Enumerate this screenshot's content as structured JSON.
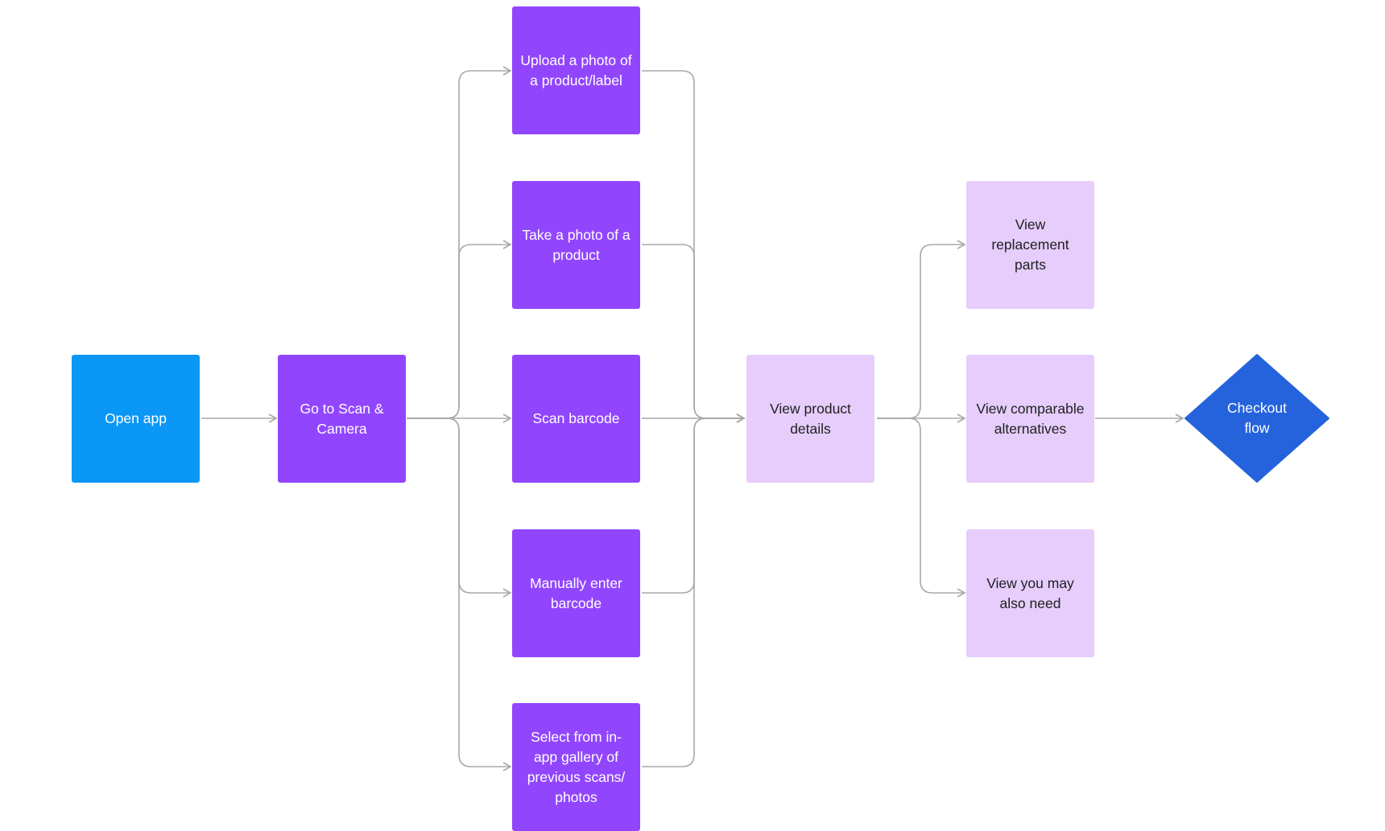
{
  "colors": {
    "start": "#0b97f6",
    "step": "#9146fd",
    "detail": "#e6cdfc",
    "end": "#2563dd",
    "connector": "#a8a8a8"
  },
  "nodes": {
    "open_app": "Open app",
    "scan_camera": "Go to Scan & Camera",
    "upload_photo": "Upload a photo of a product/label",
    "take_photo": "Take a photo of a product",
    "scan_barcode": "Scan barcode",
    "manual_barcode": "Manually enter barcode",
    "select_gallery": "Select from in-app gallery of previous scans/ photos",
    "view_details": "View product details",
    "view_replacement": "View replacement parts",
    "view_comparable": "View comparable alternatives",
    "view_also_need": "View you may also need",
    "checkout": "Checkout flow"
  }
}
